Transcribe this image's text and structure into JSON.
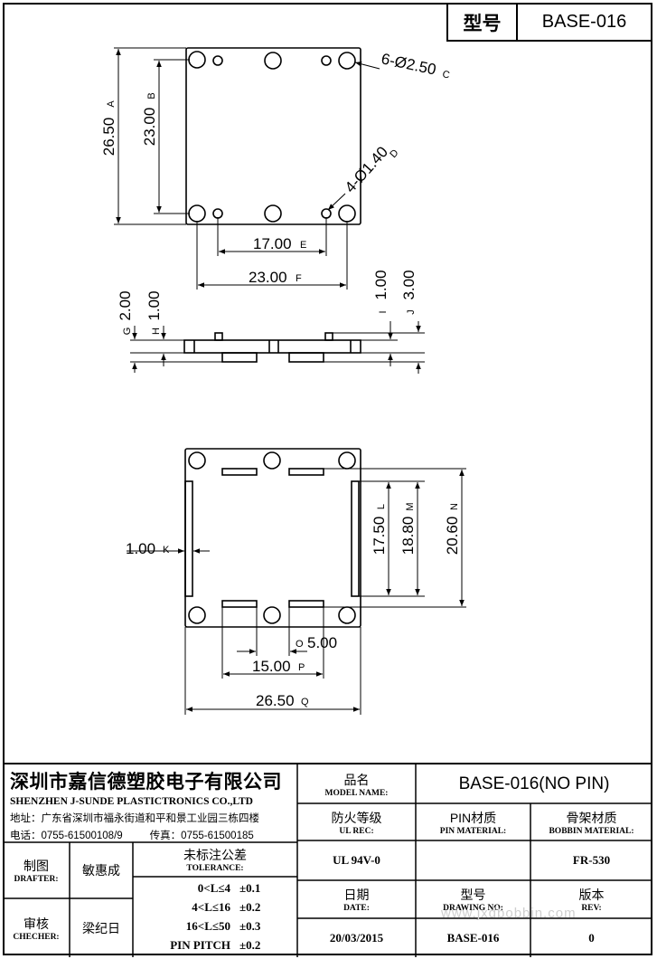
{
  "header": {
    "model_label": "型号",
    "model_value": "BASE-016"
  },
  "drawing": {
    "top_view": {
      "dim_height_outer": "26.50",
      "ref_height_outer": "A",
      "dim_height_inner": "23.00",
      "ref_height_inner": "B",
      "dim_holes_large": "6-Ø2.50",
      "ref_holes_large": "C",
      "dim_holes_small": "4-Ø1.40",
      "ref_holes_small": "D",
      "dim_width_small": "17.00",
      "ref_width_small": "E",
      "dim_width_large": "23.00",
      "ref_width_large": "F"
    },
    "side_view": {
      "dim_left_total": "2.00",
      "ref_left_total": "G",
      "dim_left_plate": "1.00",
      "ref_left_plate": "H",
      "dim_right_small": "1.00",
      "ref_right_small": "I",
      "dim_right_total": "3.00",
      "ref_right_total": "J"
    },
    "bottom_view": {
      "dim_slot_width": "1.00",
      "ref_slot_width": "K",
      "dim_slot_len": "17.50",
      "ref_slot_len": "L",
      "dim_slot_pitch": "18.80",
      "ref_slot_pitch": "M",
      "dim_slot_outer": "20.60",
      "ref_slot_outer": "N",
      "dim_gap": "5.00",
      "ref_gap": "O",
      "dim_slot_span": "15.00",
      "ref_slot_span": "P",
      "dim_total_width": "26.50",
      "ref_total_width": "Q"
    }
  },
  "title_block": {
    "company_cn": "深圳市嘉信德塑胶电子有限公司",
    "company_en": "SHENZHEN J-SUNDE PLASTICTRONICS CO.,LTD",
    "address": "地址：广东省深圳市福永街道和平和景工业园三栋四楼",
    "phone": "电话：0755-61500108/9",
    "fax": "传真：0755-61500185",
    "model_name_cn": "品名",
    "model_name_en": "MODEL NAME:",
    "model_name_value": "BASE-016(NO PIN)",
    "ul_cn": "防火等级",
    "ul_en": "UL REC:",
    "ul_value": "UL 94V-0",
    "pin_material_cn": "PIN材质",
    "pin_material_en": "PIN MATERIAL:",
    "bobbin_material_cn": "骨架材质",
    "bobbin_material_en": "BOBBIN MATERIAL:",
    "bobbin_material_value": "FR-530",
    "drafter_cn": "制图",
    "drafter_en": "DRAFTER:",
    "drafter_value": "敏惠成",
    "checker_cn": "审核",
    "checker_en": "CHECHER:",
    "checker_value": "梁纪日",
    "tolerance_cn": "未标注公差",
    "tolerance_en": "TOLERANCE:",
    "tolerances": [
      {
        "range": "0<L≤4",
        "value": "±0.1"
      },
      {
        "range": "4<L≤16",
        "value": "±0.2"
      },
      {
        "range": "16<L≤50",
        "value": "±0.3"
      },
      {
        "range": "PIN PITCH",
        "value": "±0.2"
      }
    ],
    "date_cn": "日期",
    "date_en": "DATE:",
    "date_value": "20/03/2015",
    "drawing_no_cn": "型号",
    "drawing_no_en": "DRAWING NO:",
    "drawing_no_value": "BASE-016",
    "rev_cn": "版本",
    "rev_en": "REV:",
    "rev_value": "0"
  },
  "watermark": "www.jxdbobbin.com"
}
